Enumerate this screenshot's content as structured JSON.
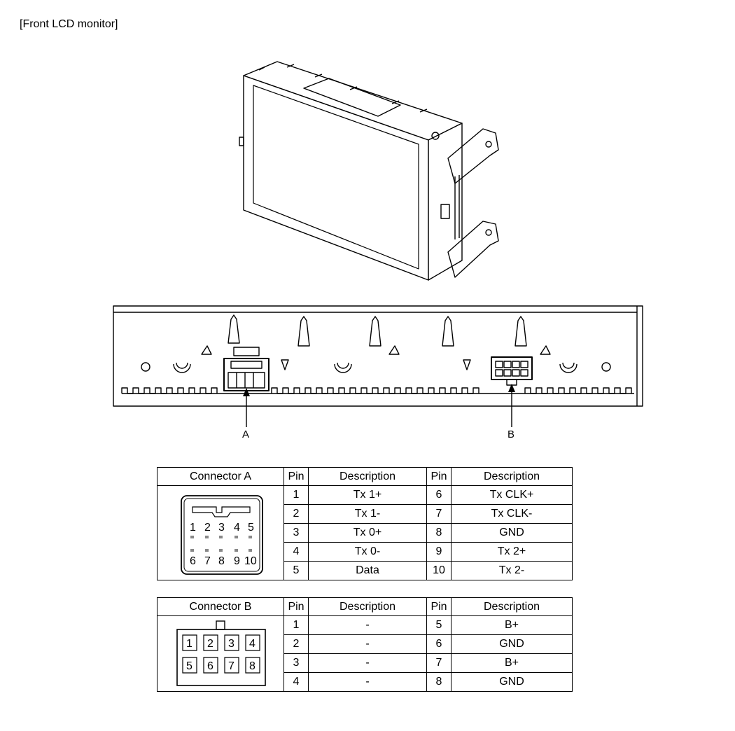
{
  "caption": "[Front LCD monitor]",
  "callouts": {
    "a": "A",
    "b": "B"
  },
  "connector_a": {
    "title": "Connector A",
    "pin_header": "Pin",
    "desc_header": "Description",
    "pin_labels_top": [
      "1",
      "2",
      "3",
      "4",
      "5"
    ],
    "pin_labels_bottom": [
      "6",
      "7",
      "8",
      "9",
      "10"
    ],
    "rows": [
      {
        "pin_l": "1",
        "desc_l": "Tx 1+",
        "pin_r": "6",
        "desc_r": "Tx CLK+"
      },
      {
        "pin_l": "2",
        "desc_l": "Tx 1-",
        "pin_r": "7",
        "desc_r": "Tx CLK-"
      },
      {
        "pin_l": "3",
        "desc_l": "Tx 0+",
        "pin_r": "8",
        "desc_r": "GND"
      },
      {
        "pin_l": "4",
        "desc_l": "Tx 0-",
        "pin_r": "9",
        "desc_r": "Tx 2+"
      },
      {
        "pin_l": "5",
        "desc_l": "Data",
        "pin_r": "10",
        "desc_r": "Tx 2-"
      }
    ]
  },
  "connector_b": {
    "title": "Connector B",
    "pin_header": "Pin",
    "desc_header": "Description",
    "pin_labels_top": [
      "1",
      "2",
      "3",
      "4"
    ],
    "pin_labels_bottom": [
      "5",
      "6",
      "7",
      "8"
    ],
    "rows": [
      {
        "pin_l": "1",
        "desc_l": "-",
        "pin_r": "5",
        "desc_r": "B+"
      },
      {
        "pin_l": "2",
        "desc_l": "-",
        "pin_r": "6",
        "desc_r": "GND"
      },
      {
        "pin_l": "3",
        "desc_l": "-",
        "pin_r": "7",
        "desc_r": "B+"
      },
      {
        "pin_l": "4",
        "desc_l": "-",
        "pin_r": "8",
        "desc_r": "GND"
      }
    ]
  }
}
